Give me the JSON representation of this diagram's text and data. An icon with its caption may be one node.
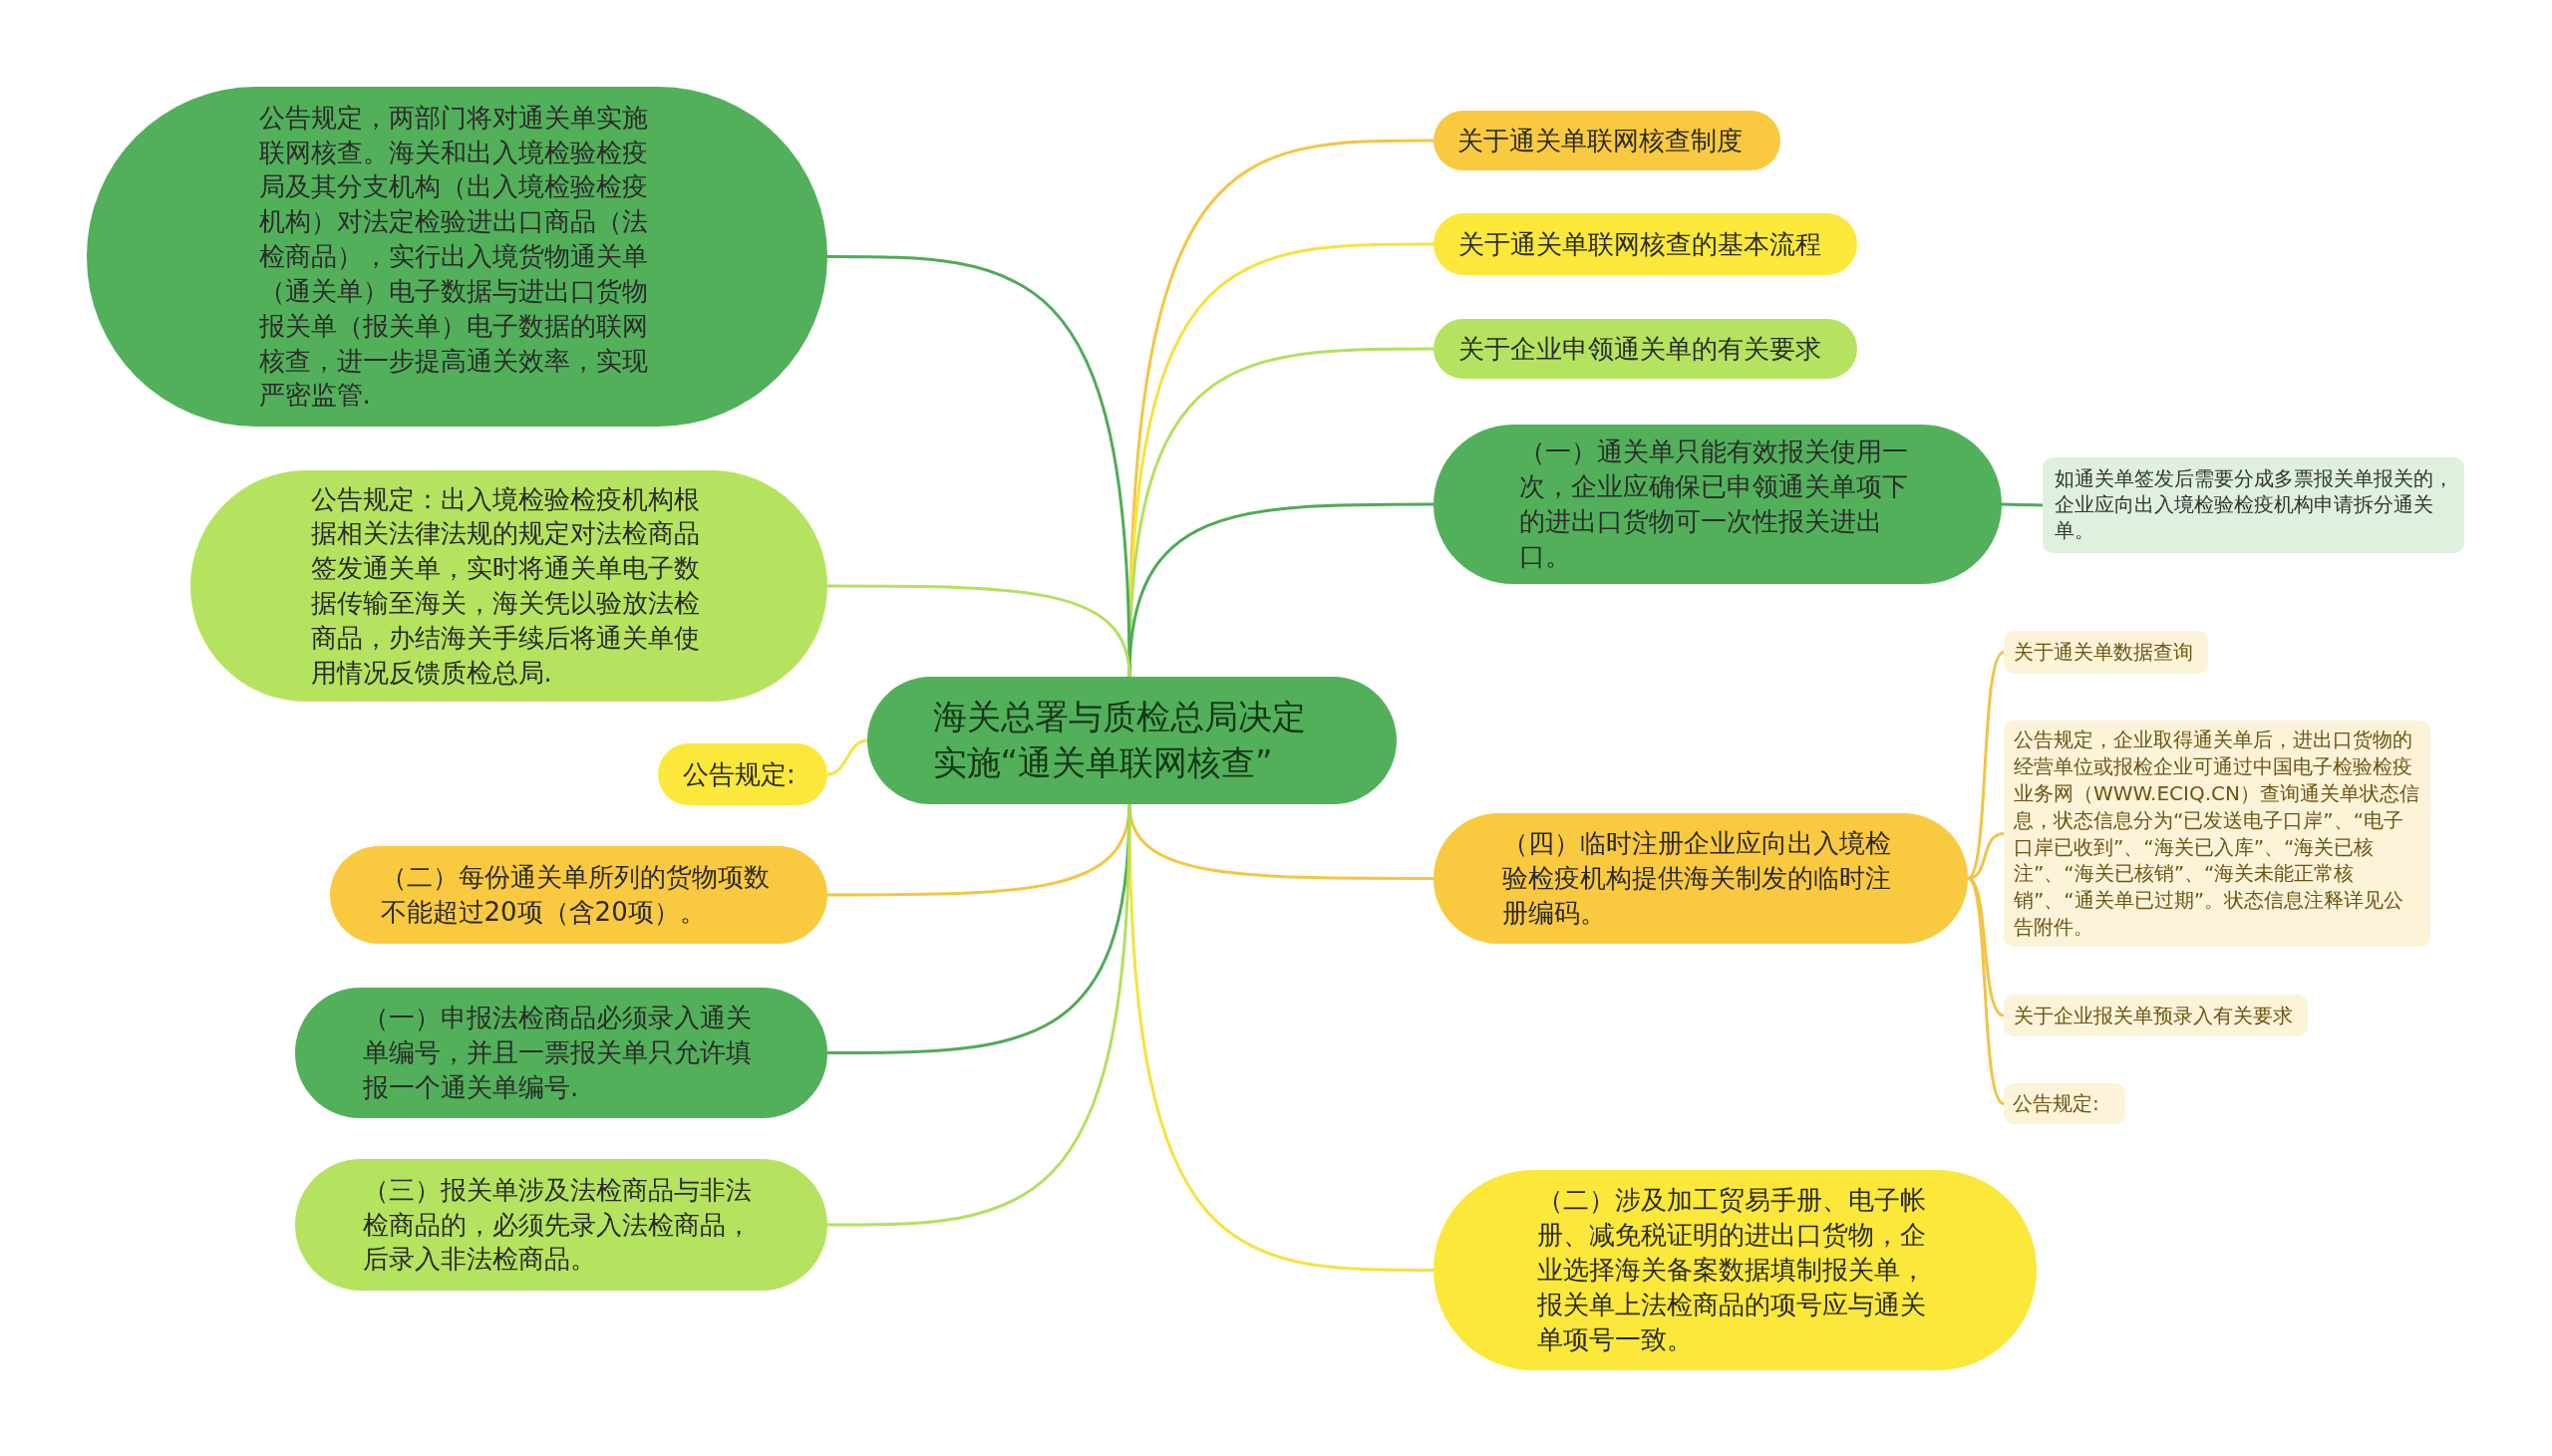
{
  "diagram": {
    "nodes": [
      {
        "text": [
          "海关总署与质检总局决定实施“通关单联网核查”"
        ]
      },
      {
        "text": [
          "关于通关单联网核查制度"
        ]
      },
      {
        "text": [
          "关于通关单联网核查的基本流程"
        ]
      },
      {
        "text": [
          "关于企业申领通关单的有关要求"
        ]
      },
      {
        "text": [
          "（一）通关单只能有效报关使用一次，企业应确保已申领通关单项下的进出口货物可一次性报关进出口。"
        ]
      },
      {
        "text": [
          "如通关单签发后需要分成多票报关单报关的，企业应向出入境检验检疫机构申请拆分通关单。"
        ]
      },
      {
        "text": [
          "（四）临时注册企业应向出入境检验检疫机构提供海关制发的临时注册编码。"
        ]
      },
      {
        "text": [
          "关于通关单数据查询"
        ]
      },
      {
        "text": [
          "公告规定，企业取得通关单后，进出口货物的经营单位或报检企业可通过中国电子检验检疫业务网（WWW.ECIQ.CN）查询通关单状态信息，状态信息分为“已发送电子口岸”、“电子口岸已收到”、“海关已入库”、“海关已核注”、“海关已核销”、“海关未能正常核销”、“通关单已过期”。状态信息注释详见公告附件。"
        ]
      },
      {
        "text": [
          "关于企业报关单预录入有关要求"
        ]
      },
      {
        "text": [
          "公告规定:"
        ]
      },
      {
        "text": [
          "（二）涉及加工贸易手册、电子帐册、减免税证明的进出口货物，企业选择海关备案数据填制报关单，报关单上法检商品的项号应与通关单项号一致。"
        ]
      },
      {
        "text": [
          "公告规定，两部门将对通关单实施联网核查。海关和出入境检验检疫局及其分支机构（出入境检验检疫机构）对法定检验进出口商品（法检商品），实行出入境货物通关单（通关单）电子数据与进出口货物报关单（报关单）电子数据的联网核查，进一步提高通关效率，实现严密监管."
        ]
      },
      {
        "text": [
          "公告规定：出入境检验检疫机构根据相关法律法规的规定对法检商品签发通关单，实时将通关单电子数据传输至海关，海关凭以验放法检商品，办结海关手续后将通关单使用情况反馈质检总局."
        ]
      },
      {
        "text": [
          "公告规定:"
        ]
      },
      {
        "text": [
          "（二）每份通关单所列的货物项数不能超过20项（含20项）。"
        ]
      },
      {
        "text": [
          "（一）申报法检商品必须录入通关单编号，并且一票报关单只允许填报一个通关单编号."
        ]
      },
      {
        "text": [
          "（三）报关单涉及法检商品与非法检商品的，必须先录入法检商品，后录入非法检商品。"
        ]
      }
    ],
    "edges": [
      {
        "from": 0,
        "to": 1,
        "arrow": "none",
        "color": "#f5c542"
      },
      {
        "from": 0,
        "to": 2,
        "arrow": "none",
        "color": "#f7e23c"
      },
      {
        "from": 0,
        "to": 3,
        "arrow": "none",
        "color": "#b3e05e"
      },
      {
        "from": 0,
        "to": 4,
        "arrow": "none",
        "color": "#4fab57"
      },
      {
        "from": 4,
        "to": 5,
        "arrow": "none",
        "color": "#4fab57"
      },
      {
        "from": 0,
        "to": 6,
        "arrow": "none",
        "color": "#f5c542"
      },
      {
        "from": 6,
        "to": 7,
        "arrow": "none",
        "color": "#f0c445"
      },
      {
        "from": 6,
        "to": 8,
        "arrow": "none",
        "color": "#f0c445"
      },
      {
        "from": 6,
        "to": 9,
        "arrow": "none",
        "color": "#f0c445"
      },
      {
        "from": 6,
        "to": 10,
        "arrow": "none",
        "color": "#f0c445"
      },
      {
        "from": 0,
        "to": 11,
        "arrow": "none",
        "color": "#f7e23c"
      },
      {
        "from": 0,
        "to": 12,
        "arrow": "none",
        "color": "#4fab57"
      },
      {
        "from": 0,
        "to": 13,
        "arrow": "none",
        "color": "#b3e05e"
      },
      {
        "from": 0,
        "to": 14,
        "arrow": "none",
        "color": "#f7e23c"
      },
      {
        "from": 0,
        "to": 15,
        "arrow": "none",
        "color": "#f5c542"
      },
      {
        "from": 0,
        "to": 16,
        "arrow": "none",
        "color": "#4fab57"
      },
      {
        "from": 0,
        "to": 17,
        "arrow": "none",
        "color": "#b3e05e"
      }
    ]
  }
}
